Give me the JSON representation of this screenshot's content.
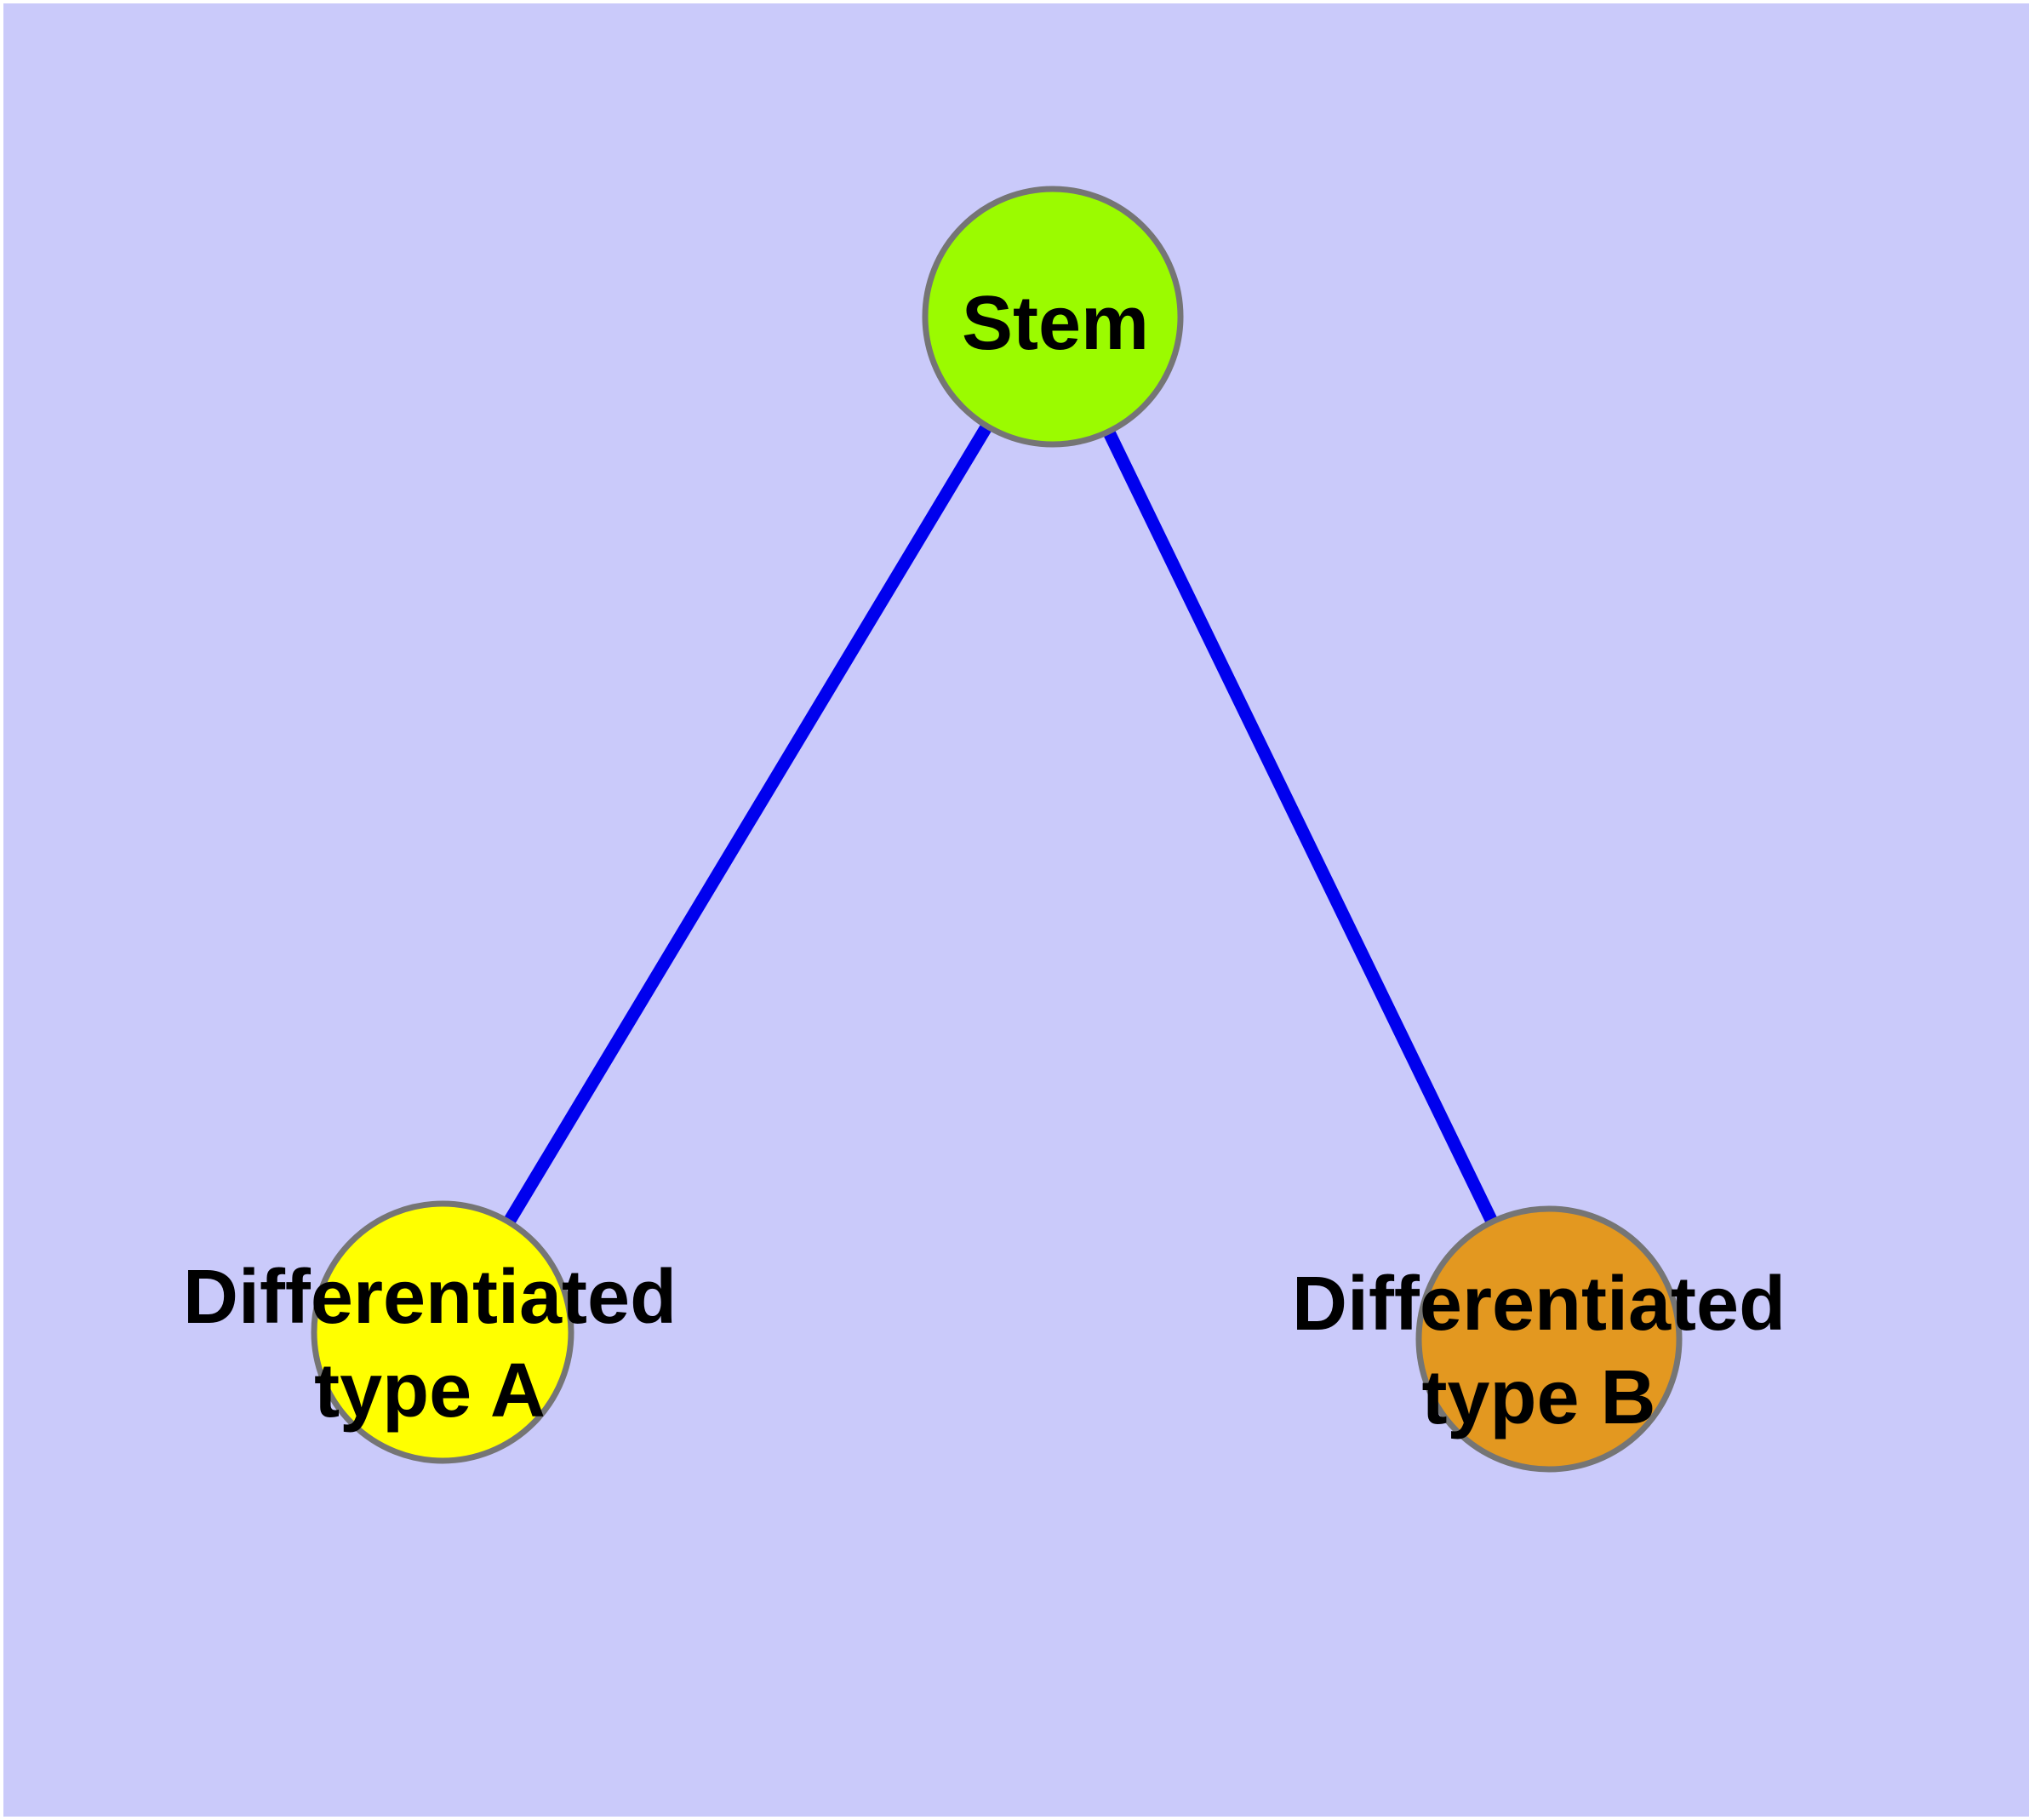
{
  "diagram": {
    "title": "",
    "background_color": "#cacafa",
    "edge_color": "#0000ee",
    "node_border_color": "#757575",
    "label_color": "#000000",
    "nodes": [
      {
        "id": "stem",
        "label": "Stem",
        "fill": "#9bfb00"
      },
      {
        "id": "differentiated-type-a",
        "label": "Differentiated\ntype A",
        "fill": "#ffff00"
      },
      {
        "id": "differentiated-type-b",
        "label": "Differentiated\ntype B",
        "fill": "#e39820"
      }
    ],
    "edges": [
      {
        "from": "stem",
        "to": "differentiated-type-a"
      },
      {
        "from": "stem",
        "to": "differentiated-type-b"
      }
    ]
  }
}
